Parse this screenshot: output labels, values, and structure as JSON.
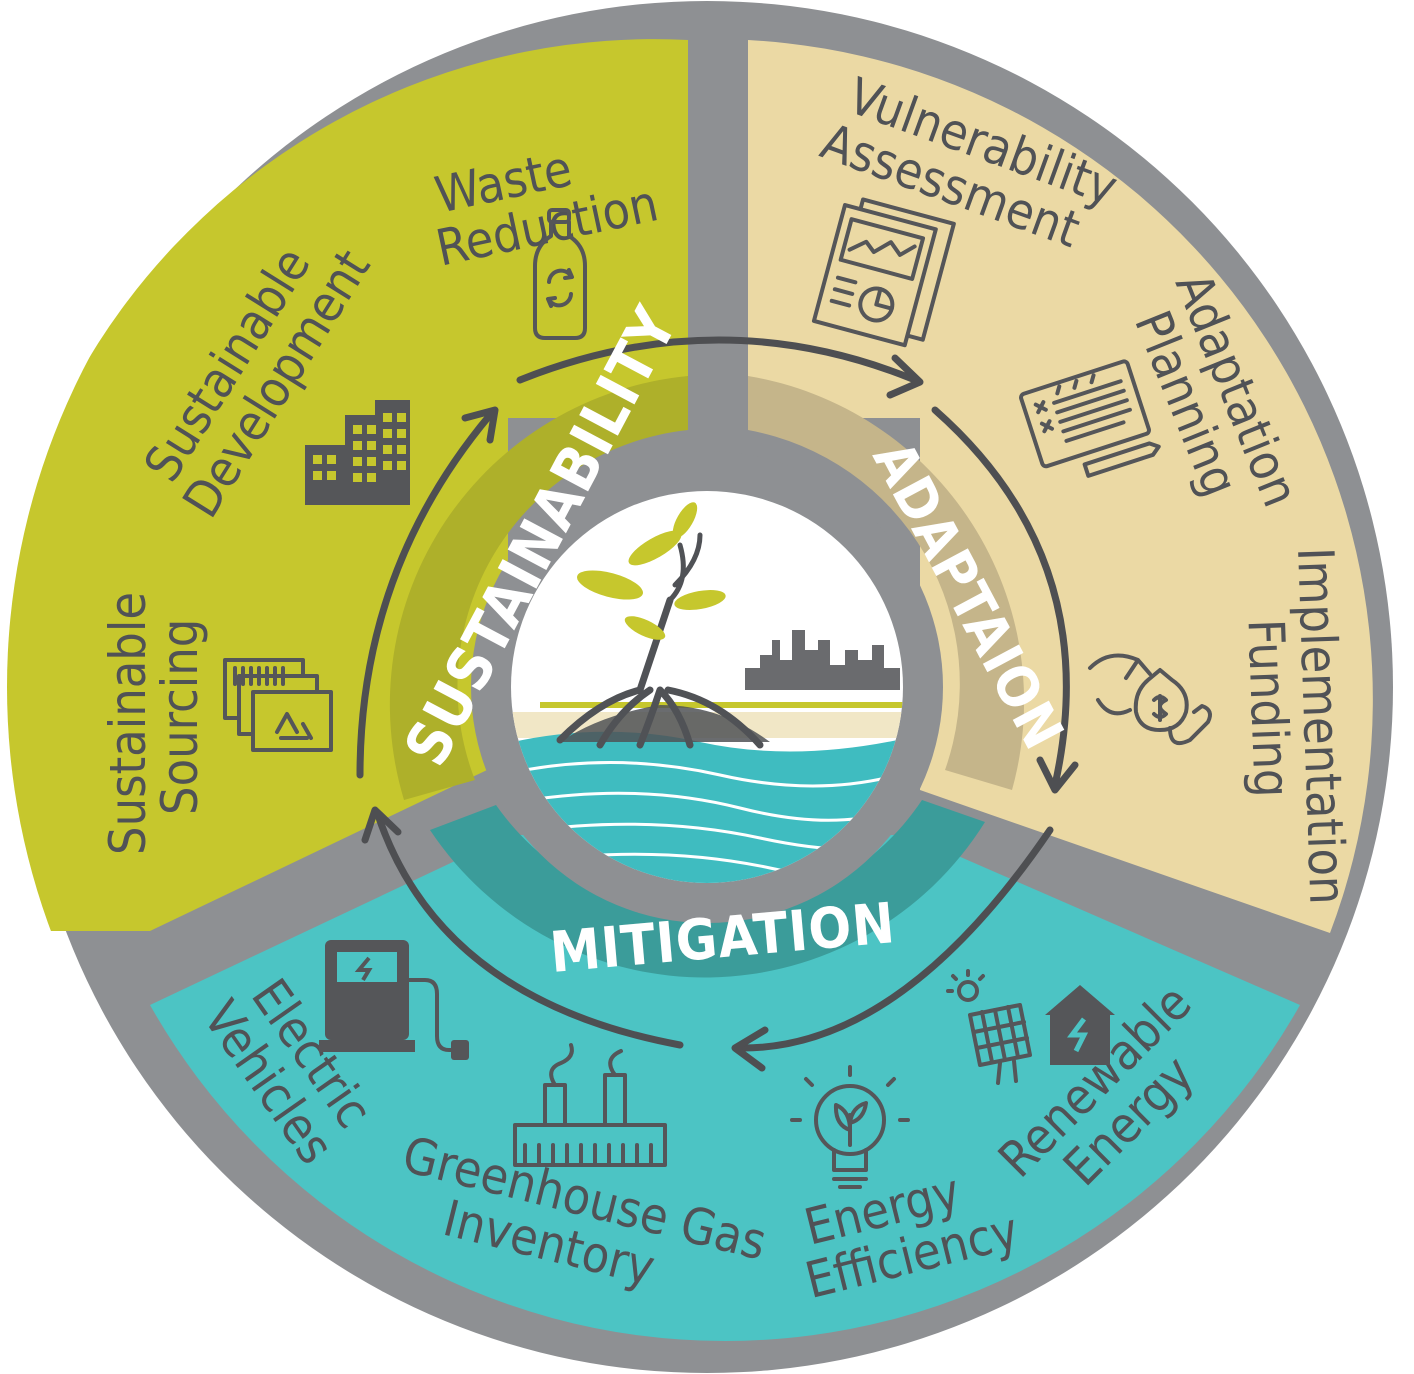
{
  "colors": {
    "sustainability_fill": "#c6c72d",
    "sustainability_ring": "#aeb02a",
    "adaptation_fill": "#ebd9a4",
    "adaptation_ring": "#c5b58a",
    "mitigation_fill": "#4cc4c4",
    "mitigation_ring": "#3b9c9a",
    "divider_gray": "#8e9093",
    "text_gray": "#505256",
    "arrow_gray": "#4e4f52"
  },
  "center": {
    "icon": "mangrove-city-water-logo"
  },
  "sections": [
    {
      "id": "sustainability",
      "title": "SUSTAINABILITY",
      "items": [
        {
          "lines": [
            "Waste",
            "Reduction"
          ],
          "icon": "bottle-recycle-icon"
        },
        {
          "lines": [
            "Sustainable",
            "Development"
          ],
          "icon": "buildings-icon"
        },
        {
          "lines": [
            "Sustainable",
            "Sourcing"
          ],
          "icon": "recycled-paper-icon"
        }
      ]
    },
    {
      "id": "adaptation",
      "title": "ADAPTAION",
      "items": [
        {
          "lines": [
            "Vulnerability",
            "Assessment"
          ],
          "icon": "report-chart-icon"
        },
        {
          "lines": [
            "Adaptation",
            "Planning"
          ],
          "icon": "checklist-pencil-icon"
        },
        {
          "lines": [
            "Implementation",
            "Funding"
          ],
          "icon": "hands-money-bag-icon"
        }
      ]
    },
    {
      "id": "mitigation",
      "title": "MITIGATION",
      "items": [
        {
          "lines": [
            "Electric",
            "Vehicles"
          ],
          "icon": "charging-station-icon"
        },
        {
          "lines": [
            "Greenhouse Gas",
            "Inventory"
          ],
          "icon": "factory-icon"
        },
        {
          "lines": [
            "Energy",
            "Efficiency"
          ],
          "icon": "lightbulb-icon"
        },
        {
          "lines": [
            "Renewable",
            "Energy"
          ],
          "icon": "solar-house-icon"
        }
      ]
    }
  ]
}
